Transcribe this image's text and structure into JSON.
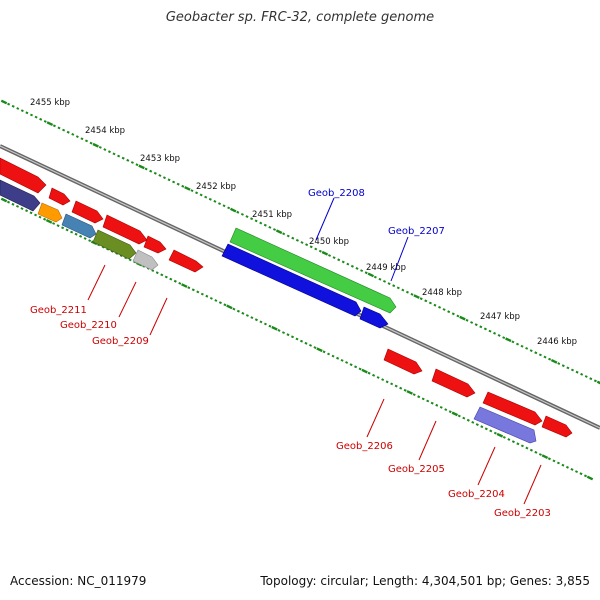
{
  "title": "Geobacter sp. FRC-32, complete genome",
  "accession": "Accession: NC_011979",
  "summary": "Topology: circular; Length: 4,304,501 bp; Genes: 3,855",
  "ruler_labels": [
    "2455 kbp",
    "2454 kbp",
    "2453 kbp",
    "2452 kbp",
    "2451 kbp",
    "2450 kbp",
    "2449 kbp",
    "2448 kbp",
    "2447 kbp",
    "2446 kbp"
  ],
  "gene_labels": {
    "g2208": "Geob_2208",
    "g2207": "Geob_2207",
    "g2211": "Geob_2211",
    "g2210": "Geob_2210",
    "g2209": "Geob_2209",
    "g2206": "Geob_2206",
    "g2205": "Geob_2205",
    "g2204": "Geob_2204",
    "g2203": "Geob_2203"
  },
  "colors": {
    "backbone": "#888888",
    "ruler": "#1a8a1a",
    "label_blue": "#0000cc",
    "label_red": "#cc0000",
    "gene_red": "#ee1111",
    "gene_green": "#44cc44",
    "gene_blue": "#1111dd",
    "gene_navy": "#3d3d8a",
    "gene_orange": "#ff9a00",
    "gene_steel": "#4682b4",
    "gene_olive": "#6b8e23",
    "gene_silver": "#c0c0c0",
    "gene_lavender": "#7777dd"
  }
}
